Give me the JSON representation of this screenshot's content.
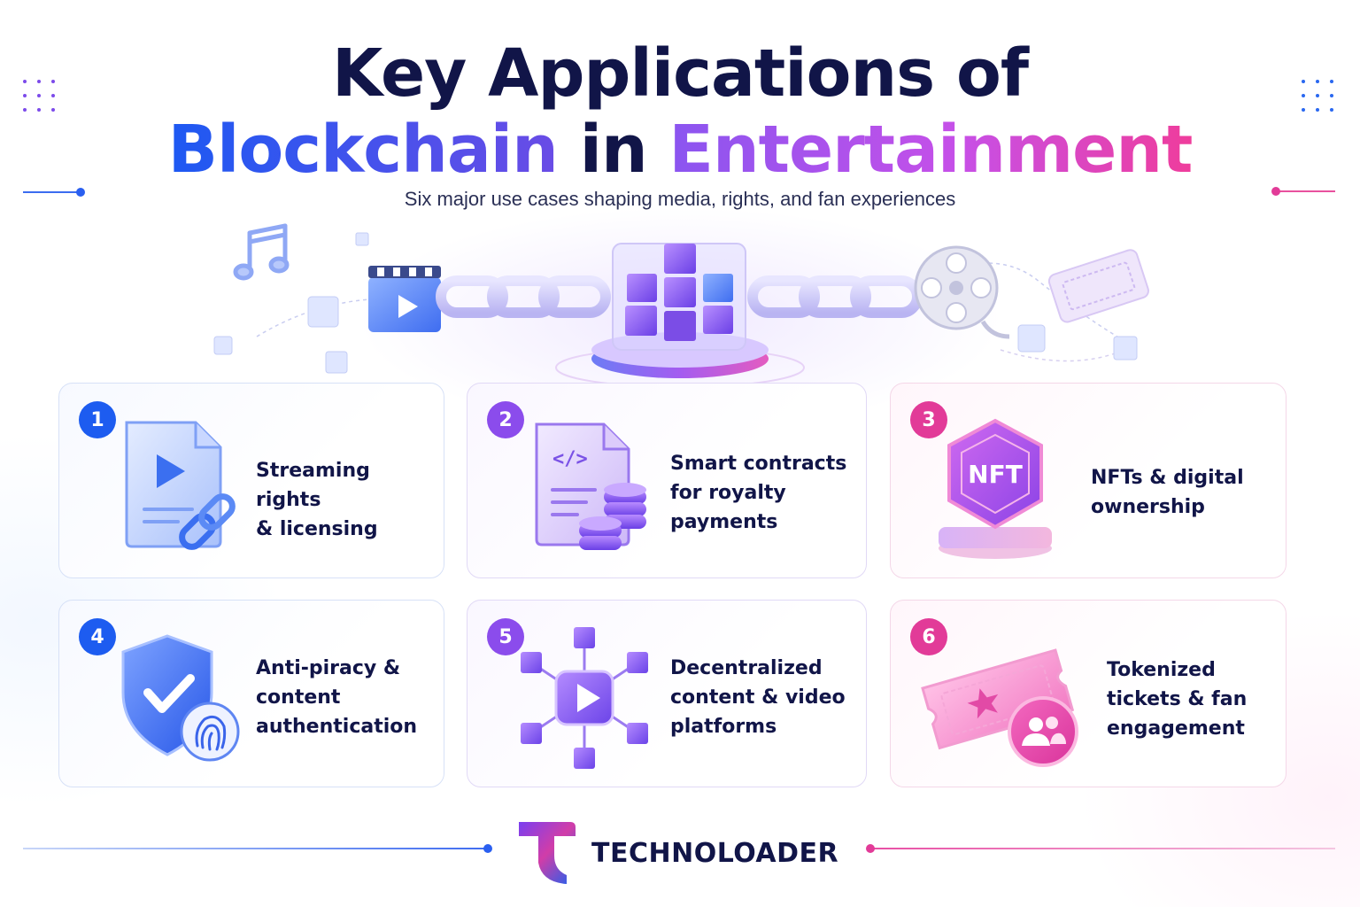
{
  "title": {
    "line1": "Key Applications of",
    "line2_part1": "Blockchain",
    "line2_part2": " in ",
    "line2_part3": "Entertainment"
  },
  "subtitle": "Six major use cases shaping media, rights, and fan experiences",
  "hero_icons": [
    "music-note-icon",
    "clapperboard-icon",
    "chain-icon",
    "blockchain-cubes-icon",
    "film-reel-icon",
    "ticket-icon"
  ],
  "cards": [
    {
      "number": "1",
      "label_lines": [
        "Streaming rights",
        "& licensing"
      ],
      "icon": "video-file-chain-icon",
      "color": "#1d5cf0"
    },
    {
      "number": "2",
      "label_lines": [
        "Smart contracts",
        "for royalty",
        "payments"
      ],
      "icon": "code-document-coins-icon",
      "color": "#8b4cec"
    },
    {
      "number": "3",
      "label_lines": [
        "NFTs & digital",
        "ownership"
      ],
      "icon": "nft-hexagon-icon",
      "color": "#e23b98",
      "icon_text": "NFT"
    },
    {
      "number": "4",
      "label_lines": [
        "Anti-piracy &",
        "content",
        "authentication"
      ],
      "icon": "shield-fingerprint-icon",
      "color": "#1d5cf0"
    },
    {
      "number": "5",
      "label_lines": [
        "Decentralized",
        "content & video",
        "platforms"
      ],
      "icon": "network-play-icon",
      "color": "#8b4cec"
    },
    {
      "number": "6",
      "label_lines": [
        "Tokenized",
        "tickets & fan",
        "engagement"
      ],
      "icon": "ticket-users-icon",
      "color": "#e23b98"
    }
  ],
  "brand": {
    "name": "TECHNOLOADER",
    "logo": "technoloader-logo-icon"
  },
  "colors": {
    "blue": "#1d5cf0",
    "purple": "#8b4cec",
    "pink": "#e23b98",
    "navy": "#111548"
  }
}
